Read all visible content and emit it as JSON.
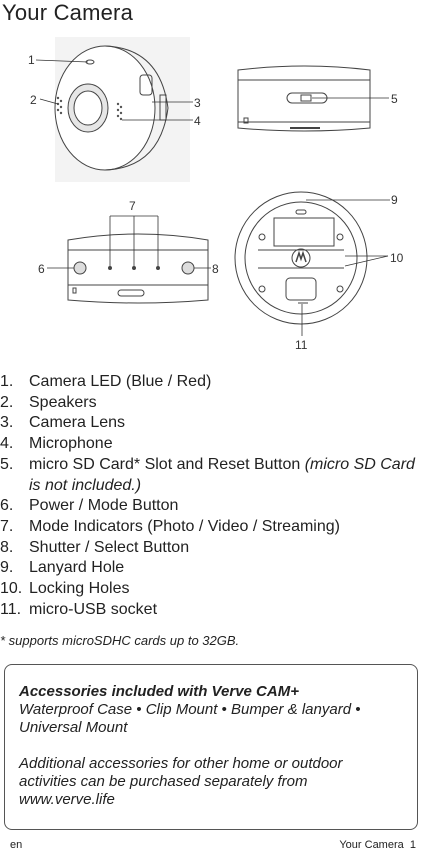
{
  "page_title": "Your Camera",
  "callouts": [
    "1",
    "2",
    "3",
    "4",
    "5",
    "6",
    "7",
    "8",
    "9",
    "10",
    "11"
  ],
  "parts": [
    {
      "num": "1.",
      "label": "Camera LED (Blue / Red)"
    },
    {
      "num": "2.",
      "label": "Speakers"
    },
    {
      "num": "3.",
      "label": "Camera Lens"
    },
    {
      "num": "4.",
      "label": "Microphone"
    },
    {
      "num": "5.",
      "label": "micro SD Card* Slot and Reset Button ",
      "note": "(micro SD Card is not included.)"
    },
    {
      "num": "6.",
      "label": "Power / Mode Button"
    },
    {
      "num": "7.",
      "label": "Mode Indicators (Photo / Video / Streaming)"
    },
    {
      "num": "8.",
      "label": "Shutter / Select Button"
    },
    {
      "num": "9.",
      "label": "Lanyard Hole"
    },
    {
      "num": "10.",
      "label": "Locking Holes"
    },
    {
      "num": "11.",
      "label": "micro-USB socket"
    }
  ],
  "footnote": "* supports microSDHC cards up to 32GB.",
  "accessories": {
    "heading": "Accessories included with Verve CAM+",
    "list_text": "Waterproof Case • Clip Mount • Bumper & lanyard • Universal Mount",
    "additional_text": "Additional accessories for other home or outdoor activities can be purchased separately from www.verve.life"
  },
  "footer": {
    "lang": "en",
    "section": "Your Camera",
    "page": "1"
  }
}
